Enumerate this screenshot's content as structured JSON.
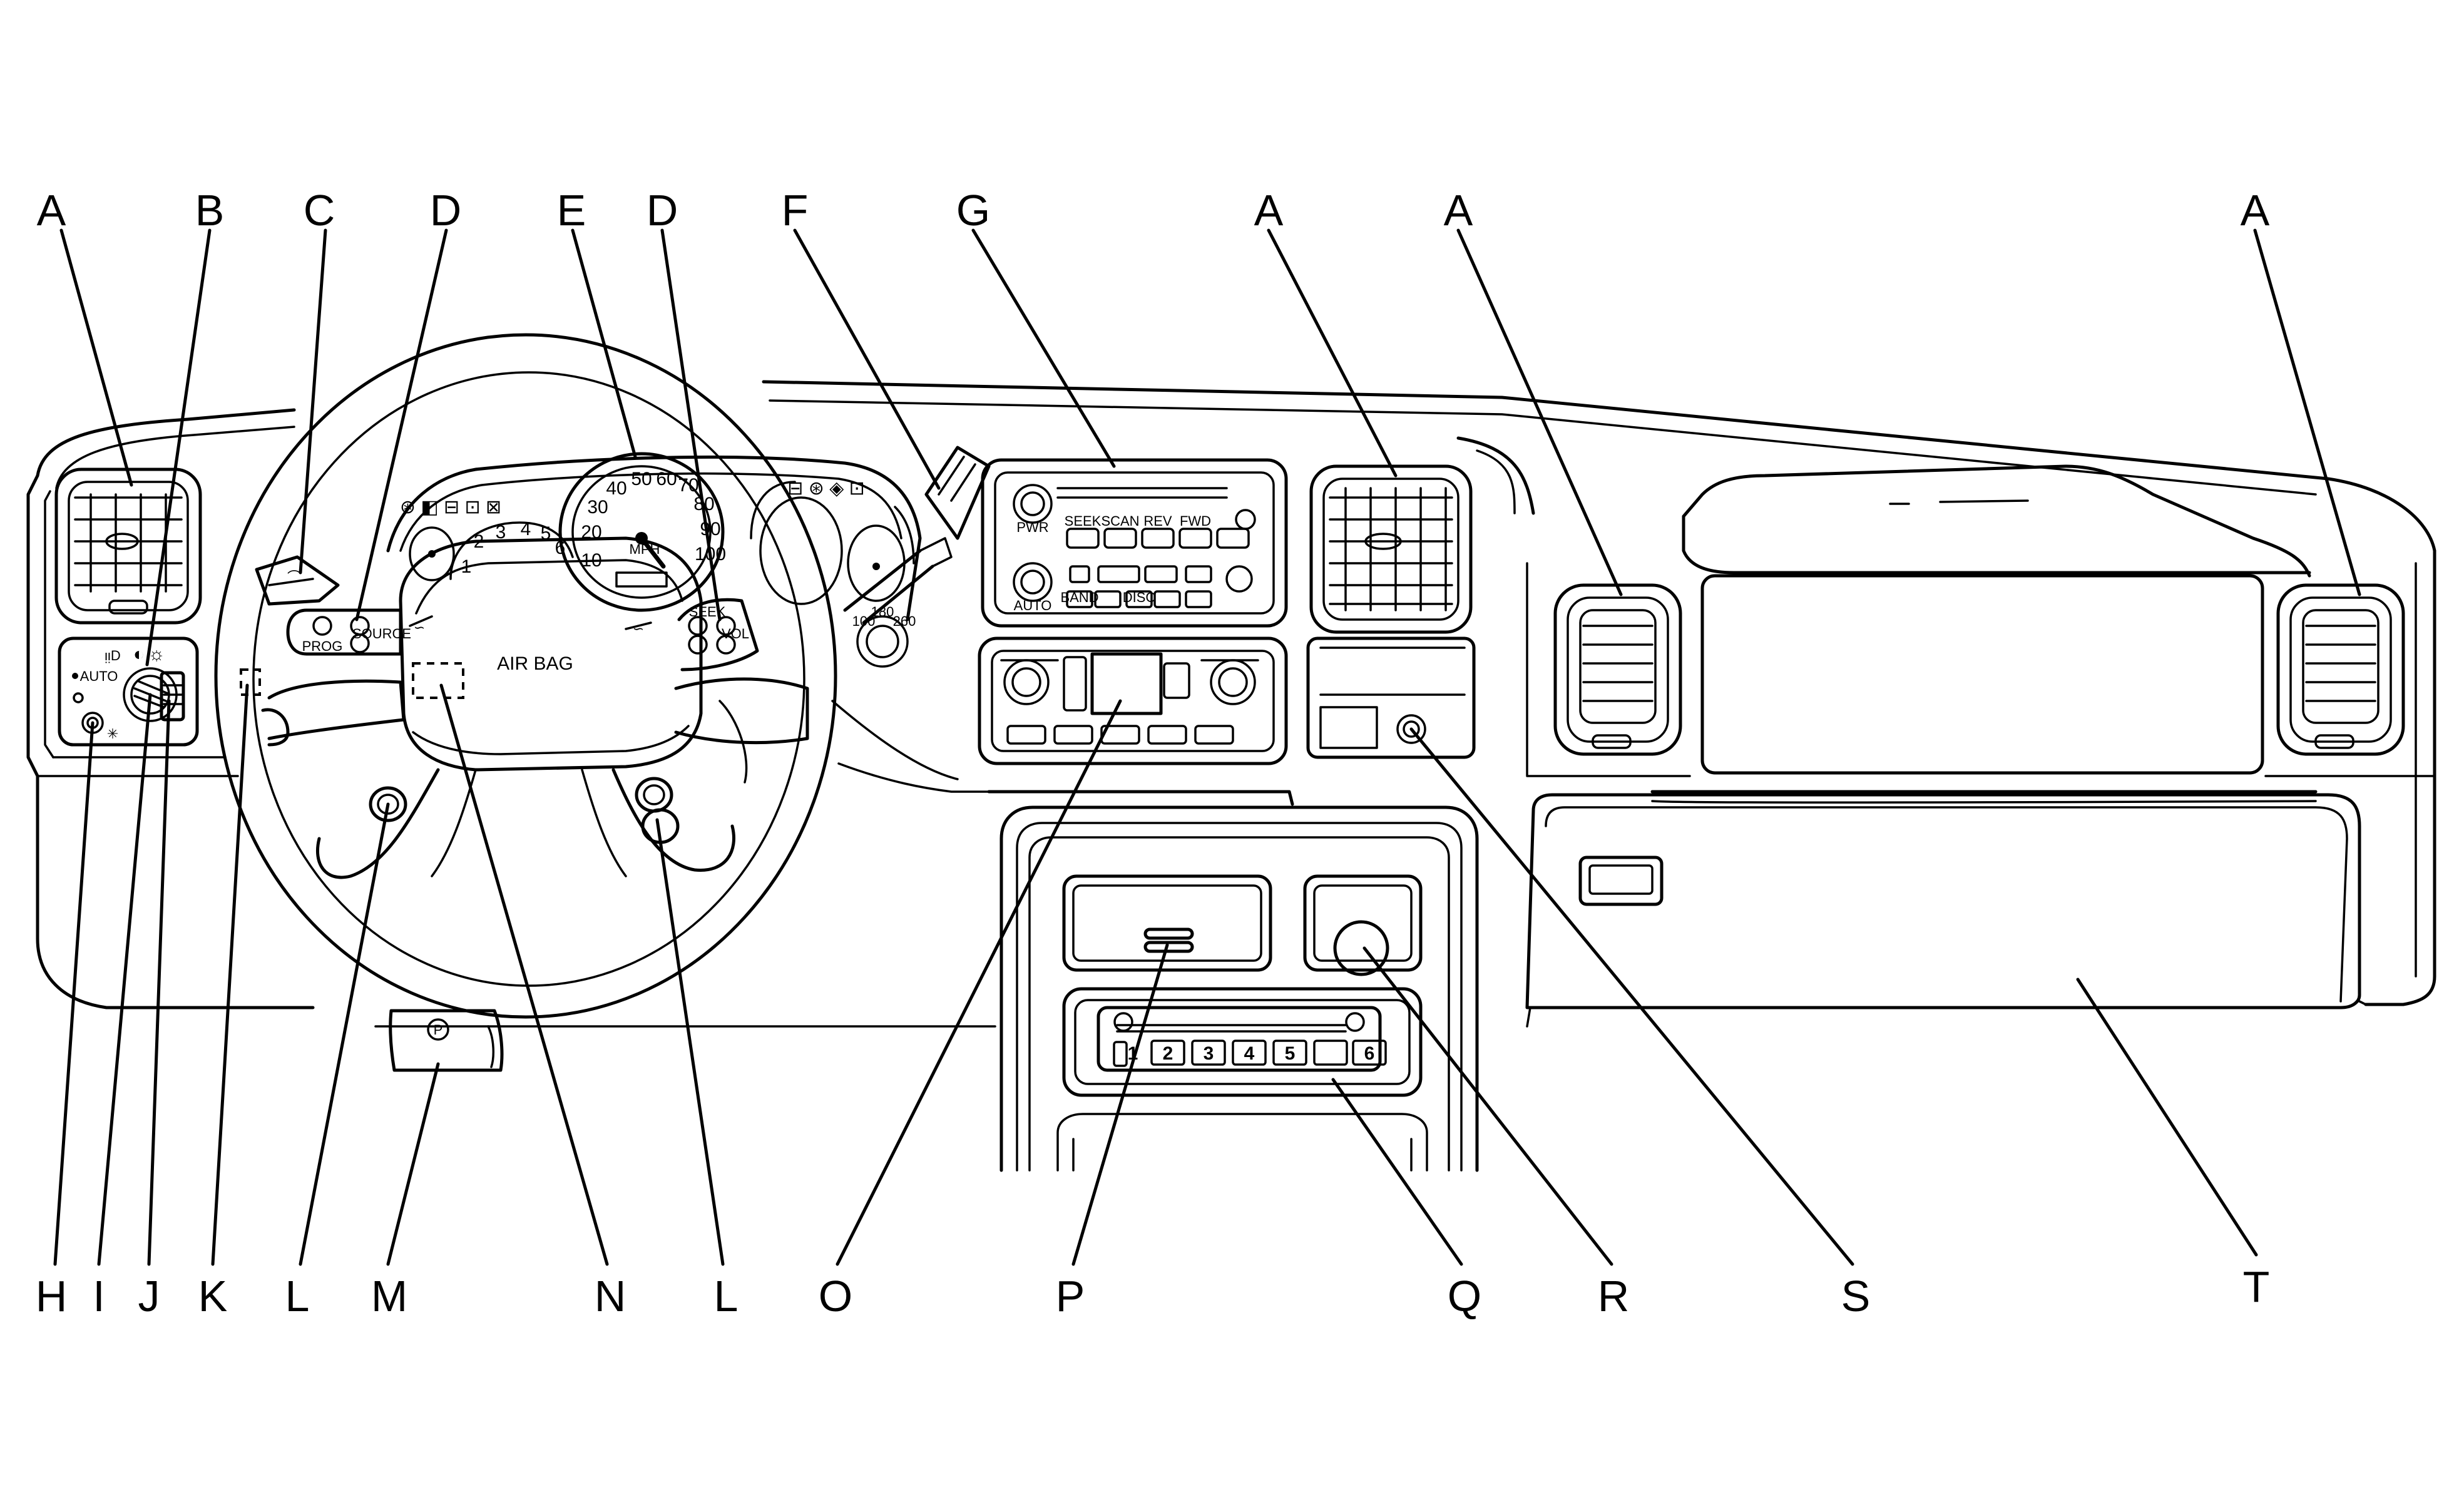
{
  "callouts": {
    "top": [
      "A",
      "B",
      "C",
      "D",
      "E",
      "D",
      "F",
      "G",
      "A",
      "A",
      "A"
    ],
    "bottom": [
      "H",
      "I",
      "J",
      "K",
      "L",
      "M",
      "N",
      "L",
      "O",
      "P",
      "Q",
      "R",
      "S",
      "T"
    ]
  },
  "panel_text": {
    "airbag": "AIR BAG",
    "speed_numbers": [
      "10",
      "20",
      "30",
      "40",
      "50",
      "60",
      "70",
      "80",
      "90",
      "100"
    ],
    "speed_unit": "MPH",
    "tach_numbers": [
      "1",
      "2",
      "3",
      "4",
      "5",
      "6"
    ],
    "temp_numbers": [
      "100",
      "180",
      "260"
    ],
    "radio_presets": [
      "1",
      "2",
      "3",
      "4",
      "5",
      "6"
    ],
    "radio_buttons": [
      "PWR",
      "SEEK",
      "SCAN",
      "REV",
      "FWD",
      "AUTO",
      "BAND",
      "DISC"
    ],
    "steering_buttons": [
      "PROG",
      "SOURCE",
      "SEEK",
      "VOL"
    ],
    "headlamp_text": [
      "AUTO"
    ]
  }
}
